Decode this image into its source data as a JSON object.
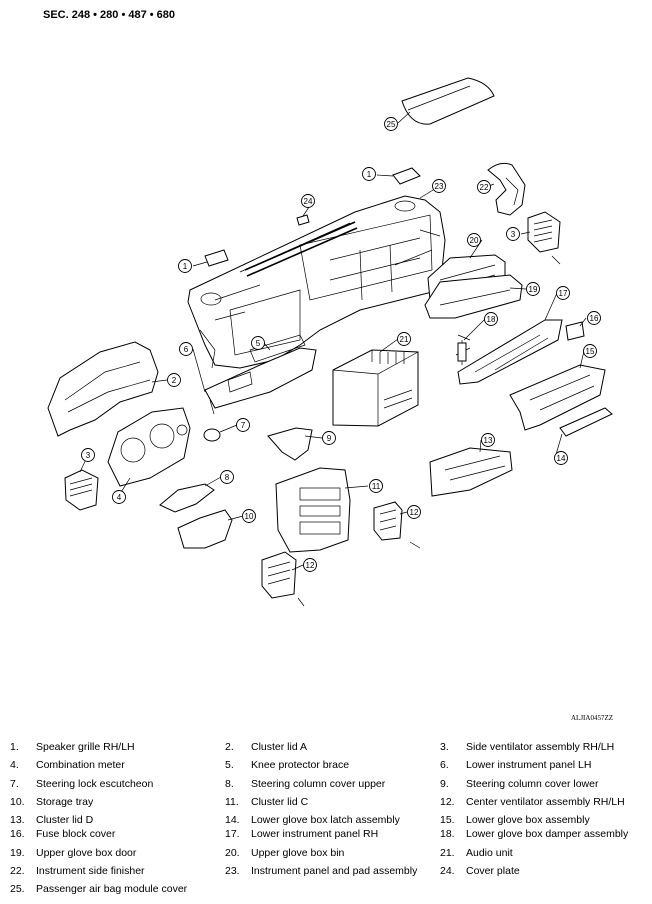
{
  "header": {
    "section_ref": "SEC. 248 • 280 • 487 • 680"
  },
  "figure_id": "ALJIA0457ZZ",
  "callouts": [
    "25",
    "1",
    "23",
    "22",
    "24",
    "3",
    "1",
    "20",
    "19",
    "17",
    "16",
    "18",
    "15",
    "21",
    "6",
    "5",
    "2",
    "7",
    "9",
    "14",
    "13",
    "3",
    "4",
    "8",
    "11",
    "10",
    "12",
    "12"
  ],
  "legend_rows": [
    [
      {
        "num": "1.",
        "label": "Speaker grille RH/LH"
      },
      {
        "num": "2.",
        "label": "Cluster lid A"
      },
      {
        "num": "3.",
        "label": "Side ventilator assembly RH/LH"
      }
    ],
    [
      {
        "num": "4.",
        "label": "Combination meter"
      },
      {
        "num": "5.",
        "label": "Knee protector brace"
      },
      {
        "num": "6.",
        "label": "Lower instrument panel LH"
      }
    ],
    [
      {
        "num": "7.",
        "label": "Steering lock escutcheon"
      },
      {
        "num": "8.",
        "label": "Steering column cover upper"
      },
      {
        "num": "9.",
        "label": "Steering column cover lower"
      }
    ],
    [
      {
        "num": "10.",
        "label": "Storage tray"
      },
      {
        "num": "11.",
        "label": "Cluster lid C"
      },
      {
        "num": "12.",
        "label": "Center ventilator assembly RH/LH"
      }
    ],
    [
      {
        "num": "13.",
        "label": "Cluster lid D"
      },
      {
        "num": "14.",
        "label": "Lower glove box latch assembly"
      },
      {
        "num": "15.",
        "label": " Lower glove box assembly"
      }
    ],
    [
      {
        "num": "16.",
        "label": "Fuse block cover"
      },
      {
        "num": "17.",
        "label": "Lower instrument panel RH"
      },
      {
        "num": "18.",
        "label": "Lower glove box damper assembly"
      }
    ],
    [
      {
        "num": "19.",
        "label": "Upper glove box door"
      },
      {
        "num": "20.",
        "label": "Upper glove box bin"
      },
      {
        "num": "21.",
        "label": "Audio unit"
      }
    ],
    [
      {
        "num": "22.",
        "label": "Instrument side finisher"
      },
      {
        "num": "23.",
        "label": "Instrument panel and pad assembly"
      },
      {
        "num": "24.",
        "label": "Cover plate"
      }
    ],
    [
      {
        "num": "25.",
        "label": "Passenger air bag module cover"
      }
    ]
  ]
}
